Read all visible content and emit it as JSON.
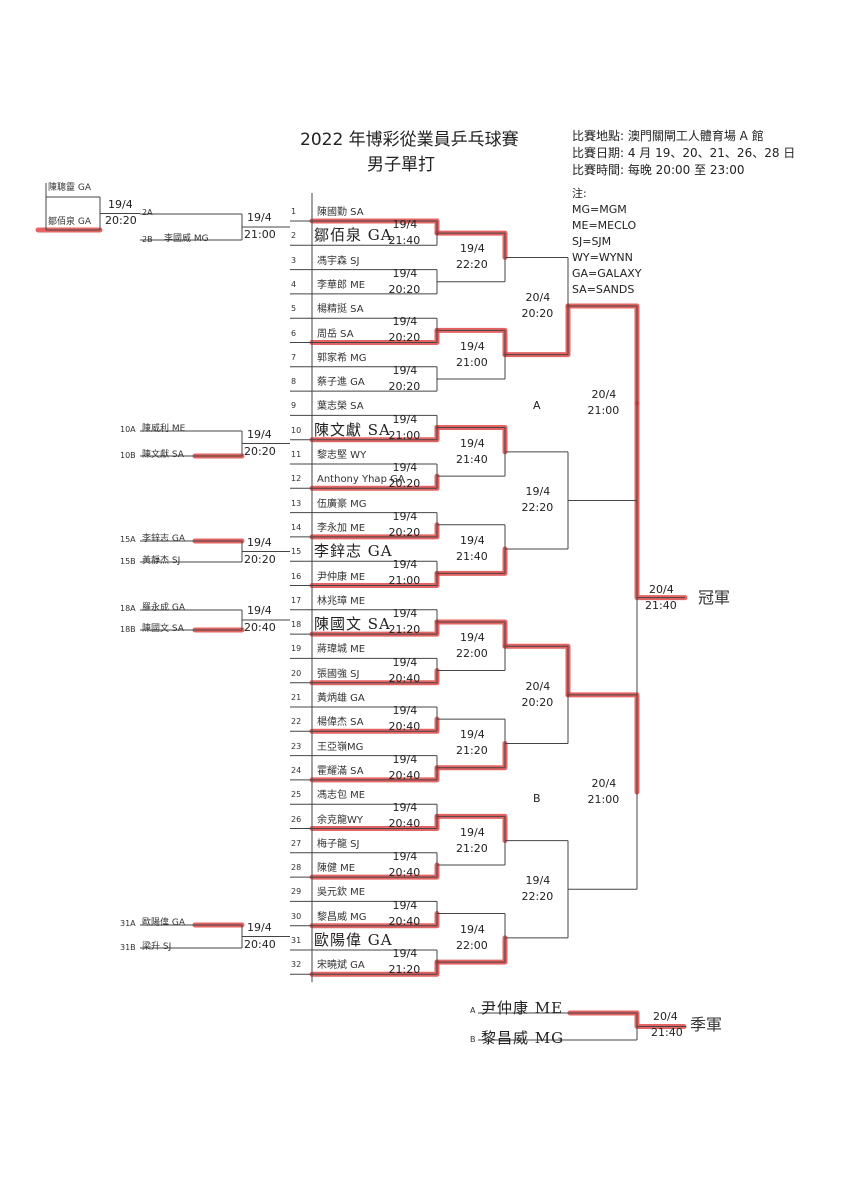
{
  "title": {
    "line1": "2022 年博彩從業員乒乓球賽",
    "line2": "男子單打"
  },
  "event_info": {
    "venue": "比賽地點: 澳門關閘工人體育場 A 館",
    "dates": "比賽日期: 4 月 19、20、21、26、28 日",
    "time": "比賽時間: 每晚 20:00 至 23:00"
  },
  "legend": {
    "heading": "注:",
    "items": [
      "MG=MGM",
      "ME=MECLO",
      "SJ=SJM",
      "WY=WYNN",
      "GA=GALAXY",
      "SA=SANDS"
    ]
  },
  "colors": {
    "winner_highlight": "#e04848",
    "line": "#444444"
  },
  "slots": [
    {
      "num": "1",
      "name": "陳國勤 SA"
    },
    {
      "num": "2",
      "name": "",
      "handwritten": "鄒佰泉 GA"
    },
    {
      "num": "3",
      "name": "馮宇森 SJ"
    },
    {
      "num": "4",
      "name": "李華郎 ME"
    },
    {
      "num": "5",
      "name": "楊精挺 SA"
    },
    {
      "num": "6",
      "name": "周岳 SA"
    },
    {
      "num": "7",
      "name": "郭家希 MG"
    },
    {
      "num": "8",
      "name": "蔡子進 GA"
    },
    {
      "num": "9",
      "name": "葉志榮 SA"
    },
    {
      "num": "10",
      "name": "",
      "handwritten": "陳文獻 SA"
    },
    {
      "num": "11",
      "name": "黎志堅 WY"
    },
    {
      "num": "12",
      "name": "Anthony Yhap GA"
    },
    {
      "num": "13",
      "name": "伍廣豪 MG"
    },
    {
      "num": "14",
      "name": "李永加 ME"
    },
    {
      "num": "15",
      "name": "",
      "handwritten": "李鋅志 GA"
    },
    {
      "num": "16",
      "name": "尹仲康 ME"
    },
    {
      "num": "17",
      "name": "林兆璋 ME"
    },
    {
      "num": "18",
      "name": "",
      "handwritten": "陳國文 SA"
    },
    {
      "num": "19",
      "name": "蔣瑋城 ME"
    },
    {
      "num": "20",
      "name": "張國強 SJ"
    },
    {
      "num": "21",
      "name": "黃炳雄 GA"
    },
    {
      "num": "22",
      "name": "楊偉杰 SA"
    },
    {
      "num": "23",
      "name": "王亞嶺MG"
    },
    {
      "num": "24",
      "name": "霍耀滿 SA"
    },
    {
      "num": "25",
      "name": "馮志包 ME"
    },
    {
      "num": "26",
      "name": "余克龍WY"
    },
    {
      "num": "27",
      "name": "梅子龍 SJ"
    },
    {
      "num": "28",
      "name": "陳健 ME"
    },
    {
      "num": "29",
      "name": "吳元欽 ME"
    },
    {
      "num": "30",
      "name": "黎昌威 MG"
    },
    {
      "num": "31",
      "name": "",
      "handwritten": "歐陽偉 GA"
    },
    {
      "num": "32",
      "name": "宋曉斌 GA"
    }
  ],
  "prelims": [
    {
      "top_label": "",
      "top": "陳聰靈 GA",
      "bottom_label": "",
      "bottom": "鄒佰泉 GA",
      "date": "19/4",
      "time": "20:20",
      "winner": "bottom"
    },
    {
      "top_label": "2A",
      "top": "",
      "bottom_label": "2B",
      "bottom": "李國威 MG",
      "date": "19/4",
      "time": "21:00",
      "winner": "none"
    },
    {
      "top_label": "10A",
      "top": "陳威利 ME",
      "bottom_label": "10B",
      "bottom": "陳文獻 SA",
      "date": "19/4",
      "time": "20:20",
      "winner": "bottom"
    },
    {
      "top_label": "15A",
      "top": "李鋅志 GA",
      "bottom_label": "15B",
      "bottom": "黃靜杰 SJ",
      "date": "19/4",
      "time": "20:20",
      "winner": "top"
    },
    {
      "top_label": "18A",
      "top": "羅永成 GA",
      "bottom_label": "18B",
      "bottom": "陳國文 SA",
      "date": "19/4",
      "time": "20:40",
      "winner": "bottom"
    },
    {
      "top_label": "31A",
      "top": "歐陽偉 GA",
      "bottom_label": "31B",
      "bottom": "梁升 SJ",
      "date": "19/4",
      "time": "20:40",
      "winner": "top"
    }
  ],
  "round1": [
    {
      "date": "19/4",
      "time": "21:40",
      "winner": "top"
    },
    {
      "date": "19/4",
      "time": "20:20",
      "winner": "none"
    },
    {
      "date": "19/4",
      "time": "20:20",
      "winner": "bottom"
    },
    {
      "date": "19/4",
      "time": "20:20",
      "winner": "none"
    },
    {
      "date": "19/4",
      "time": "21:00",
      "winner": "bottom"
    },
    {
      "date": "19/4",
      "time": "20:20",
      "winner": "bottom"
    },
    {
      "date": "19/4",
      "time": "20:20",
      "winner": "bottom"
    },
    {
      "date": "19/4",
      "time": "21:00",
      "winner": "bottom"
    },
    {
      "date": "19/4",
      "time": "21:20",
      "winner": "bottom"
    },
    {
      "date": "19/4",
      "time": "20:40",
      "winner": "bottom"
    },
    {
      "date": "19/4",
      "time": "20:40",
      "winner": "bottom"
    },
    {
      "date": "19/4",
      "time": "20:40",
      "winner": "bottom"
    },
    {
      "date": "19/4",
      "time": "20:40",
      "winner": "bottom"
    },
    {
      "date": "19/4",
      "time": "20:40",
      "winner": "bottom"
    },
    {
      "date": "19/4",
      "time": "20:40",
      "winner": "bottom"
    },
    {
      "date": "19/4",
      "time": "21:20",
      "winner": "bottom"
    }
  ],
  "round2": [
    {
      "date": "19/4",
      "time": "22:20",
      "winner": "top"
    },
    {
      "date": "19/4",
      "time": "21:00",
      "winner": "top"
    },
    {
      "date": "19/4",
      "time": "21:40",
      "winner": "top"
    },
    {
      "date": "19/4",
      "time": "21:40",
      "winner": "bottom"
    },
    {
      "date": "19/4",
      "time": "22:00",
      "winner": "top"
    },
    {
      "date": "19/4",
      "time": "21:20",
      "winner": "bottom"
    },
    {
      "date": "19/4",
      "time": "21:20",
      "winner": "top"
    },
    {
      "date": "19/4",
      "time": "22:00",
      "winner": "bottom"
    }
  ],
  "round3": [
    {
      "date": "20/4",
      "time": "20:20",
      "winner": "bottom"
    },
    {
      "date": "19/4",
      "time": "22:20",
      "winner": "none"
    },
    {
      "date": "20/4",
      "time": "20:20",
      "winner": "top"
    },
    {
      "date": "19/4",
      "time": "22:20",
      "winner": "none"
    }
  ],
  "semis": [
    {
      "date": "20/4",
      "time": "21:00",
      "winner": "top"
    },
    {
      "date": "20/4",
      "time": "21:00",
      "winner": "top"
    }
  ],
  "final": {
    "date": "20/4",
    "time": "21:40",
    "winner": "bottom",
    "result_label": "冠軍"
  },
  "region_labels": {
    "a": "A",
    "b": "B"
  },
  "third_place": {
    "label_a": "A",
    "name_a": "尹仲康 ME",
    "label_b": "B",
    "name_b": "黎昌威 MG",
    "date": "20/4",
    "time": "21:40",
    "winner": "top",
    "result_label": "季軍"
  }
}
